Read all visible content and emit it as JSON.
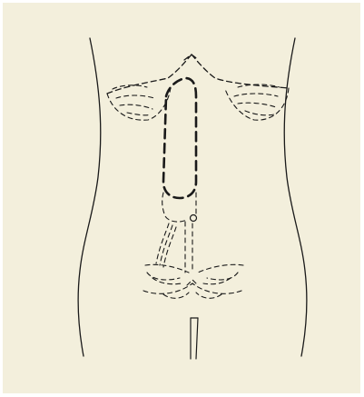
{
  "figure": {
    "background_color": "#f3efdc",
    "stroke_color": "#1a1a1a",
    "elements": [
      "torso-outline",
      "rib-cage",
      "diaphragm",
      "stomach",
      "gastric-tube",
      "pyloric-valve",
      "feeding-tubes",
      "pelvis",
      "intestinal-tube"
    ]
  }
}
